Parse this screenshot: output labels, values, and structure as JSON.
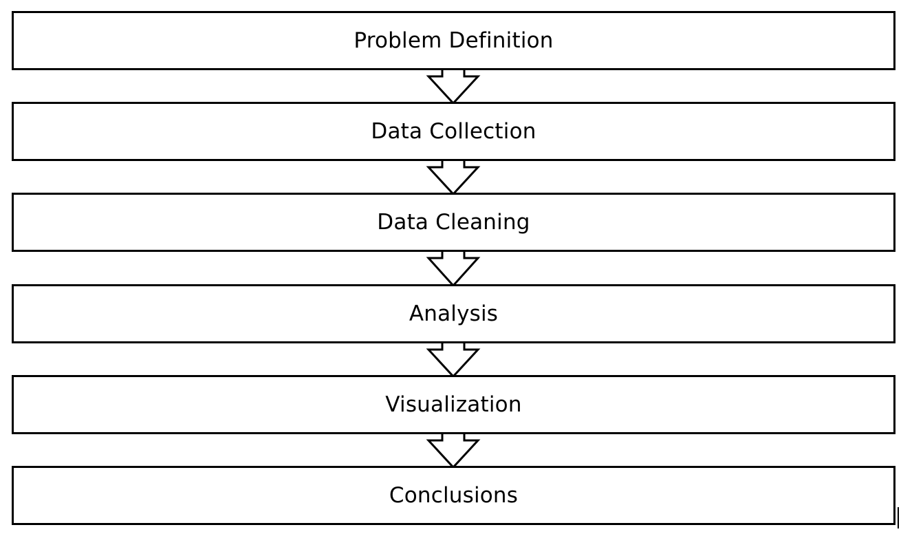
{
  "diagram": {
    "type": "flowchart",
    "direction": "top-to-bottom",
    "box_border_color": "#000000",
    "box_fill_color": "#ffffff",
    "arrow_icon": "hollow-down-arrow-icon",
    "steps": [
      {
        "label": "Problem Definition"
      },
      {
        "label": "Data Collection"
      },
      {
        "label": "Data Cleaning"
      },
      {
        "label": "Analysis"
      },
      {
        "label": "Visualization"
      },
      {
        "label": "Conclusions"
      }
    ],
    "connections": [
      {
        "from": "Problem Definition",
        "to": "Data Collection"
      },
      {
        "from": "Data Collection",
        "to": "Data Cleaning"
      },
      {
        "from": "Data Cleaning",
        "to": "Analysis"
      },
      {
        "from": "Analysis",
        "to": "Visualization"
      },
      {
        "from": "Visualization",
        "to": "Conclusions"
      }
    ]
  }
}
